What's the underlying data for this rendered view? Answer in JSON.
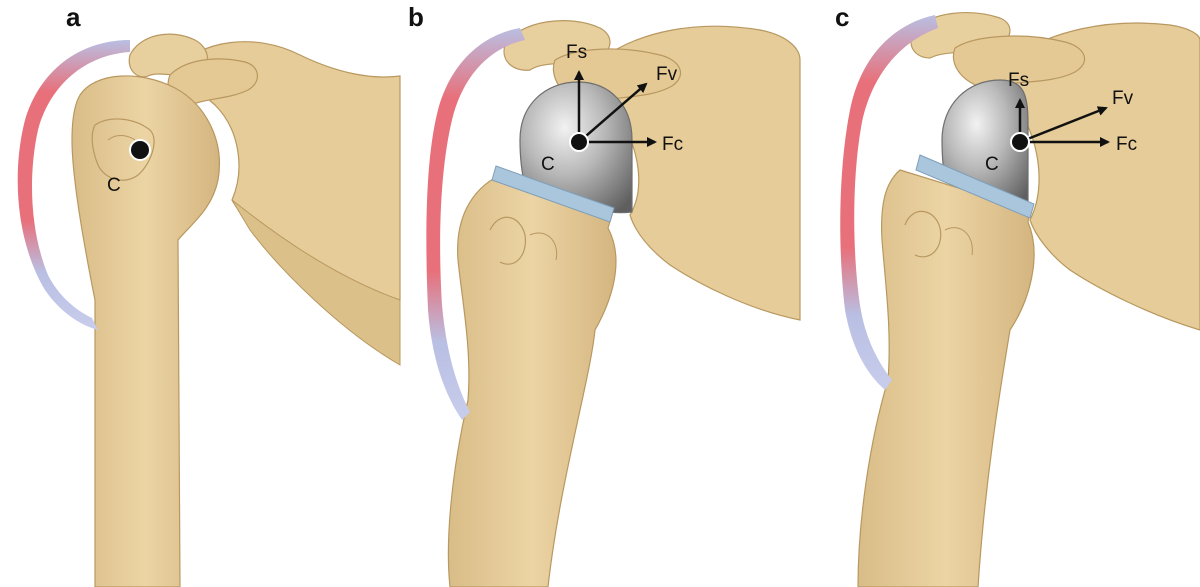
{
  "figure": {
    "colors": {
      "bone": "#e8cf9e",
      "bone_shade": "#c9a872",
      "bone_outline": "#b89860",
      "muscle": "#e8707a",
      "tendon": "#b9bfe3",
      "implant": "#b5b5b5",
      "implant_dark": "#6e6e6e",
      "liner": "#a9c6dc",
      "ink": "#111111"
    },
    "panels": [
      {
        "label": "a",
        "center_label": "C"
      },
      {
        "label": "b",
        "center_label": "C",
        "vectors": [
          {
            "label": "Fs"
          },
          {
            "label": "Fv"
          },
          {
            "label": "Fc"
          }
        ]
      },
      {
        "label": "c",
        "center_label": "C",
        "vectors": [
          {
            "label": "Fs"
          },
          {
            "label": "Fv"
          },
          {
            "label": "Fc"
          }
        ]
      }
    ]
  }
}
